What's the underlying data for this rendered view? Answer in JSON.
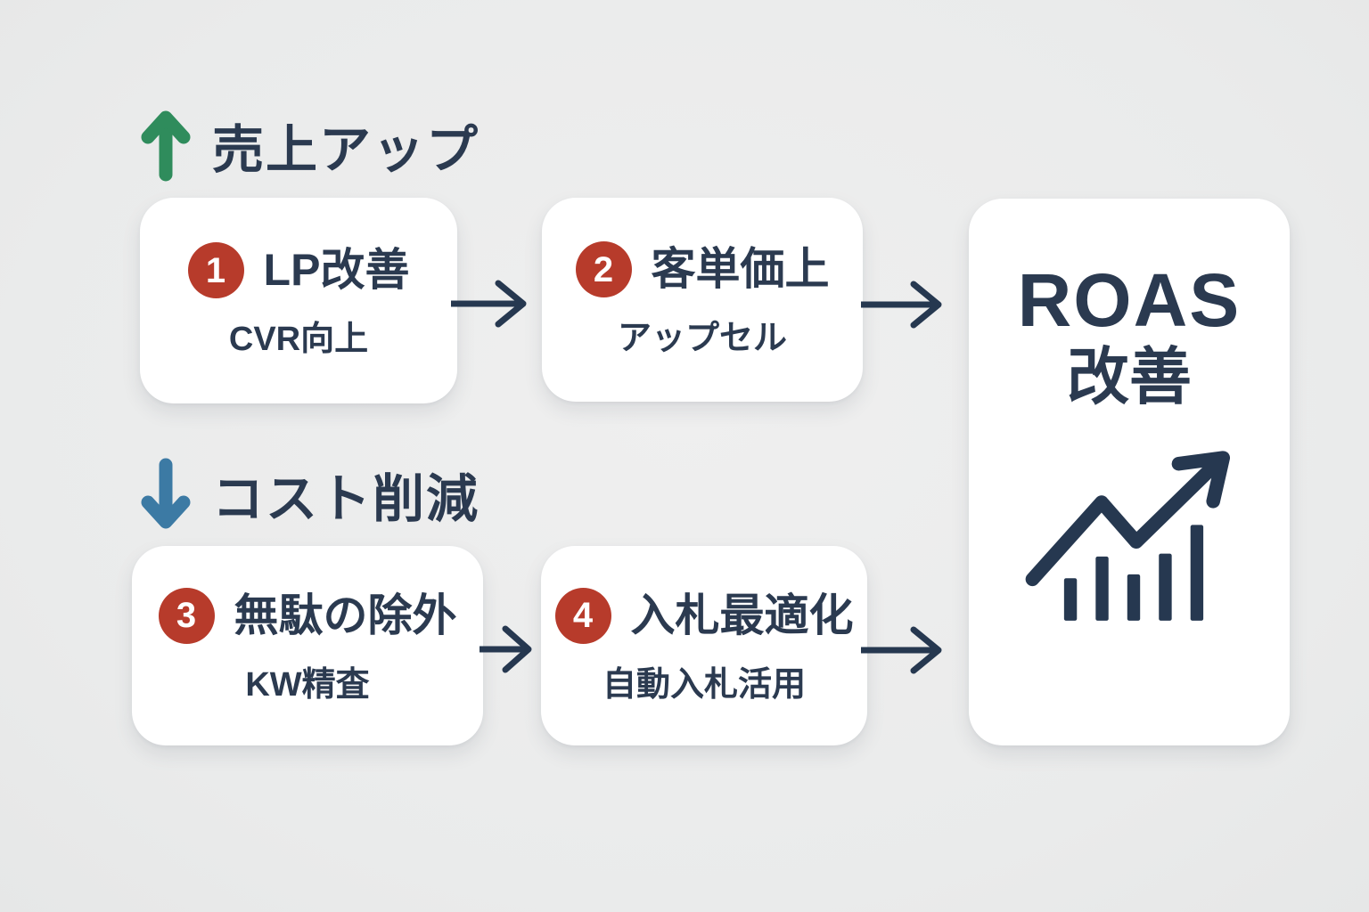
{
  "palette": {
    "background": "#eaebeb",
    "card_background": "#ffffff",
    "text_navy": "#2b3a50",
    "badge_red": "#b73b2b",
    "up_arrow_green": "#2f8c5c",
    "down_arrow_blue": "#3c7aa4",
    "flow_arrow_navy": "#263850"
  },
  "sections": [
    {
      "id": "sales-up",
      "heading": "売上アップ",
      "direction_icon": "arrow-up-icon",
      "cards": [
        {
          "number": "1",
          "title": "LP改善",
          "subtitle": "CVR向上"
        },
        {
          "number": "2",
          "title": "客単価上",
          "subtitle": "アップセル"
        }
      ]
    },
    {
      "id": "cost-down",
      "heading": "コスト削減",
      "direction_icon": "arrow-down-icon",
      "cards": [
        {
          "number": "3",
          "title": "無駄の除外",
          "subtitle": "KW精査"
        },
        {
          "number": "4",
          "title": "入札最適化",
          "subtitle": "自動入札活用"
        }
      ]
    }
  ],
  "result_card": {
    "title_line1": "ROAS",
    "title_line2": "改善",
    "icon": "trend-up-chart-icon"
  },
  "flow": {
    "arrow_icon": "flow-right-arrow-icon",
    "connections": [
      "card1-to-card2",
      "card2-to-result",
      "card3-to-card4",
      "card4-to-result"
    ]
  }
}
